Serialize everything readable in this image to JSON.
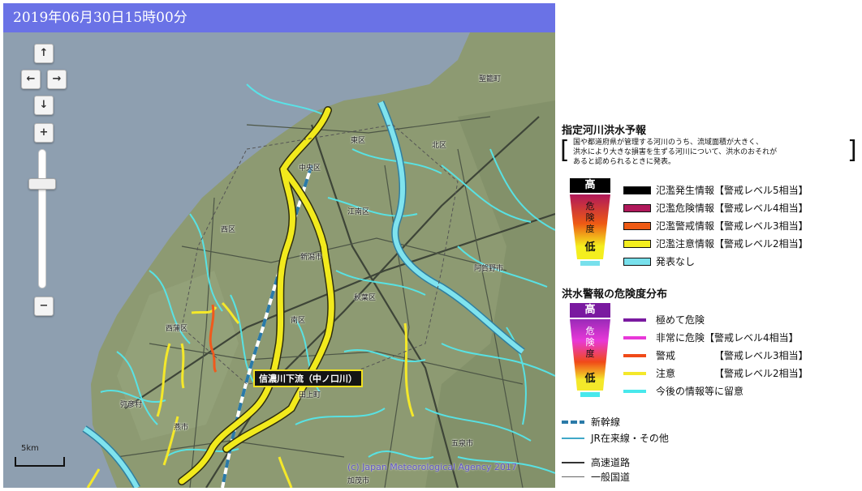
{
  "title": "2019年06月30日15時00分",
  "controls": {
    "pan_up": "↑",
    "pan_left": "←",
    "pan_right": "→",
    "pan_down": "↓",
    "zoom_in": "+",
    "zoom_out": "−"
  },
  "map": {
    "river_label": "信濃川下流（中ノ口川）",
    "places": {
      "p1": "聖籠町",
      "p2": "東区",
      "p3": "北区",
      "p4": "中央区",
      "p5": "江南区",
      "p6": "西区",
      "p7": "新潟市",
      "p8": "阿賀野市",
      "p9": "秋葉区",
      "p10": "南区",
      "p11": "西蒲区",
      "p12": "弥彦村",
      "p13": "燕市",
      "p14": "田上町",
      "p15": "五泉市",
      "p16": "加茂市"
    },
    "scale_label": "5km",
    "copyright": "(c) Japan Meteorological Agency 2017"
  },
  "legend": {
    "flood_forecast": {
      "title": "指定河川洪水予報",
      "note_lines": [
        "国や都道府県が管理する河川のうち、流域面積が大きく、",
        "洪水により大きな損害を生ずる河川について、洪水のおそれが",
        "あると認められるときに発表。"
      ],
      "cup_top": "高",
      "cup_mid": [
        "危",
        "険",
        "度"
      ],
      "cup_low": "低",
      "items": [
        {
          "label": "氾濫発生情報【警戒レベル5相当】",
          "color": "#000000"
        },
        {
          "label": "氾濫危険情報【警戒レベル4相当】",
          "color": "#b0185a"
        },
        {
          "label": "氾濫警戒情報【警戒レベル3相当】",
          "color": "#ee5a14"
        },
        {
          "label": "氾濫注意情報【警戒レベル2相当】",
          "color": "#f4ee1e"
        },
        {
          "label": "発表なし",
          "color": "#78e0ec"
        }
      ]
    },
    "flood_warning": {
      "title": "洪水警報の危険度分布",
      "cup_top": "高",
      "cup_mid": [
        "危",
        "険",
        "度"
      ],
      "cup_low": "低",
      "items": [
        {
          "label": "極めて危険",
          "level": "",
          "color": "#7a1aa0"
        },
        {
          "label": "非常に危険【警戒レベル4相当】",
          "level": "",
          "color": "#e838d8"
        },
        {
          "label": "警戒",
          "level": "【警戒レベル3相当】",
          "color": "#f04a18"
        },
        {
          "label": "注意",
          "level": "【警戒レベル2相当】",
          "color": "#f4e82a"
        },
        {
          "label": "今後の情報等に留意",
          "level": "",
          "color": "#48e8ec"
        }
      ]
    },
    "lines": [
      {
        "label": "新幹線",
        "color": "#2a7aa8",
        "icon": "shinkansen-line-icon"
      },
      {
        "label": "JR在来線・その他",
        "color": "#40a8c8",
        "icon": "jr-line-icon"
      },
      {
        "label": "高速道路",
        "color": "#333333",
        "icon": "expressway-line-icon"
      },
      {
        "label": "一般国道",
        "color": "#666666",
        "icon": "national-road-line-icon"
      }
    ]
  }
}
